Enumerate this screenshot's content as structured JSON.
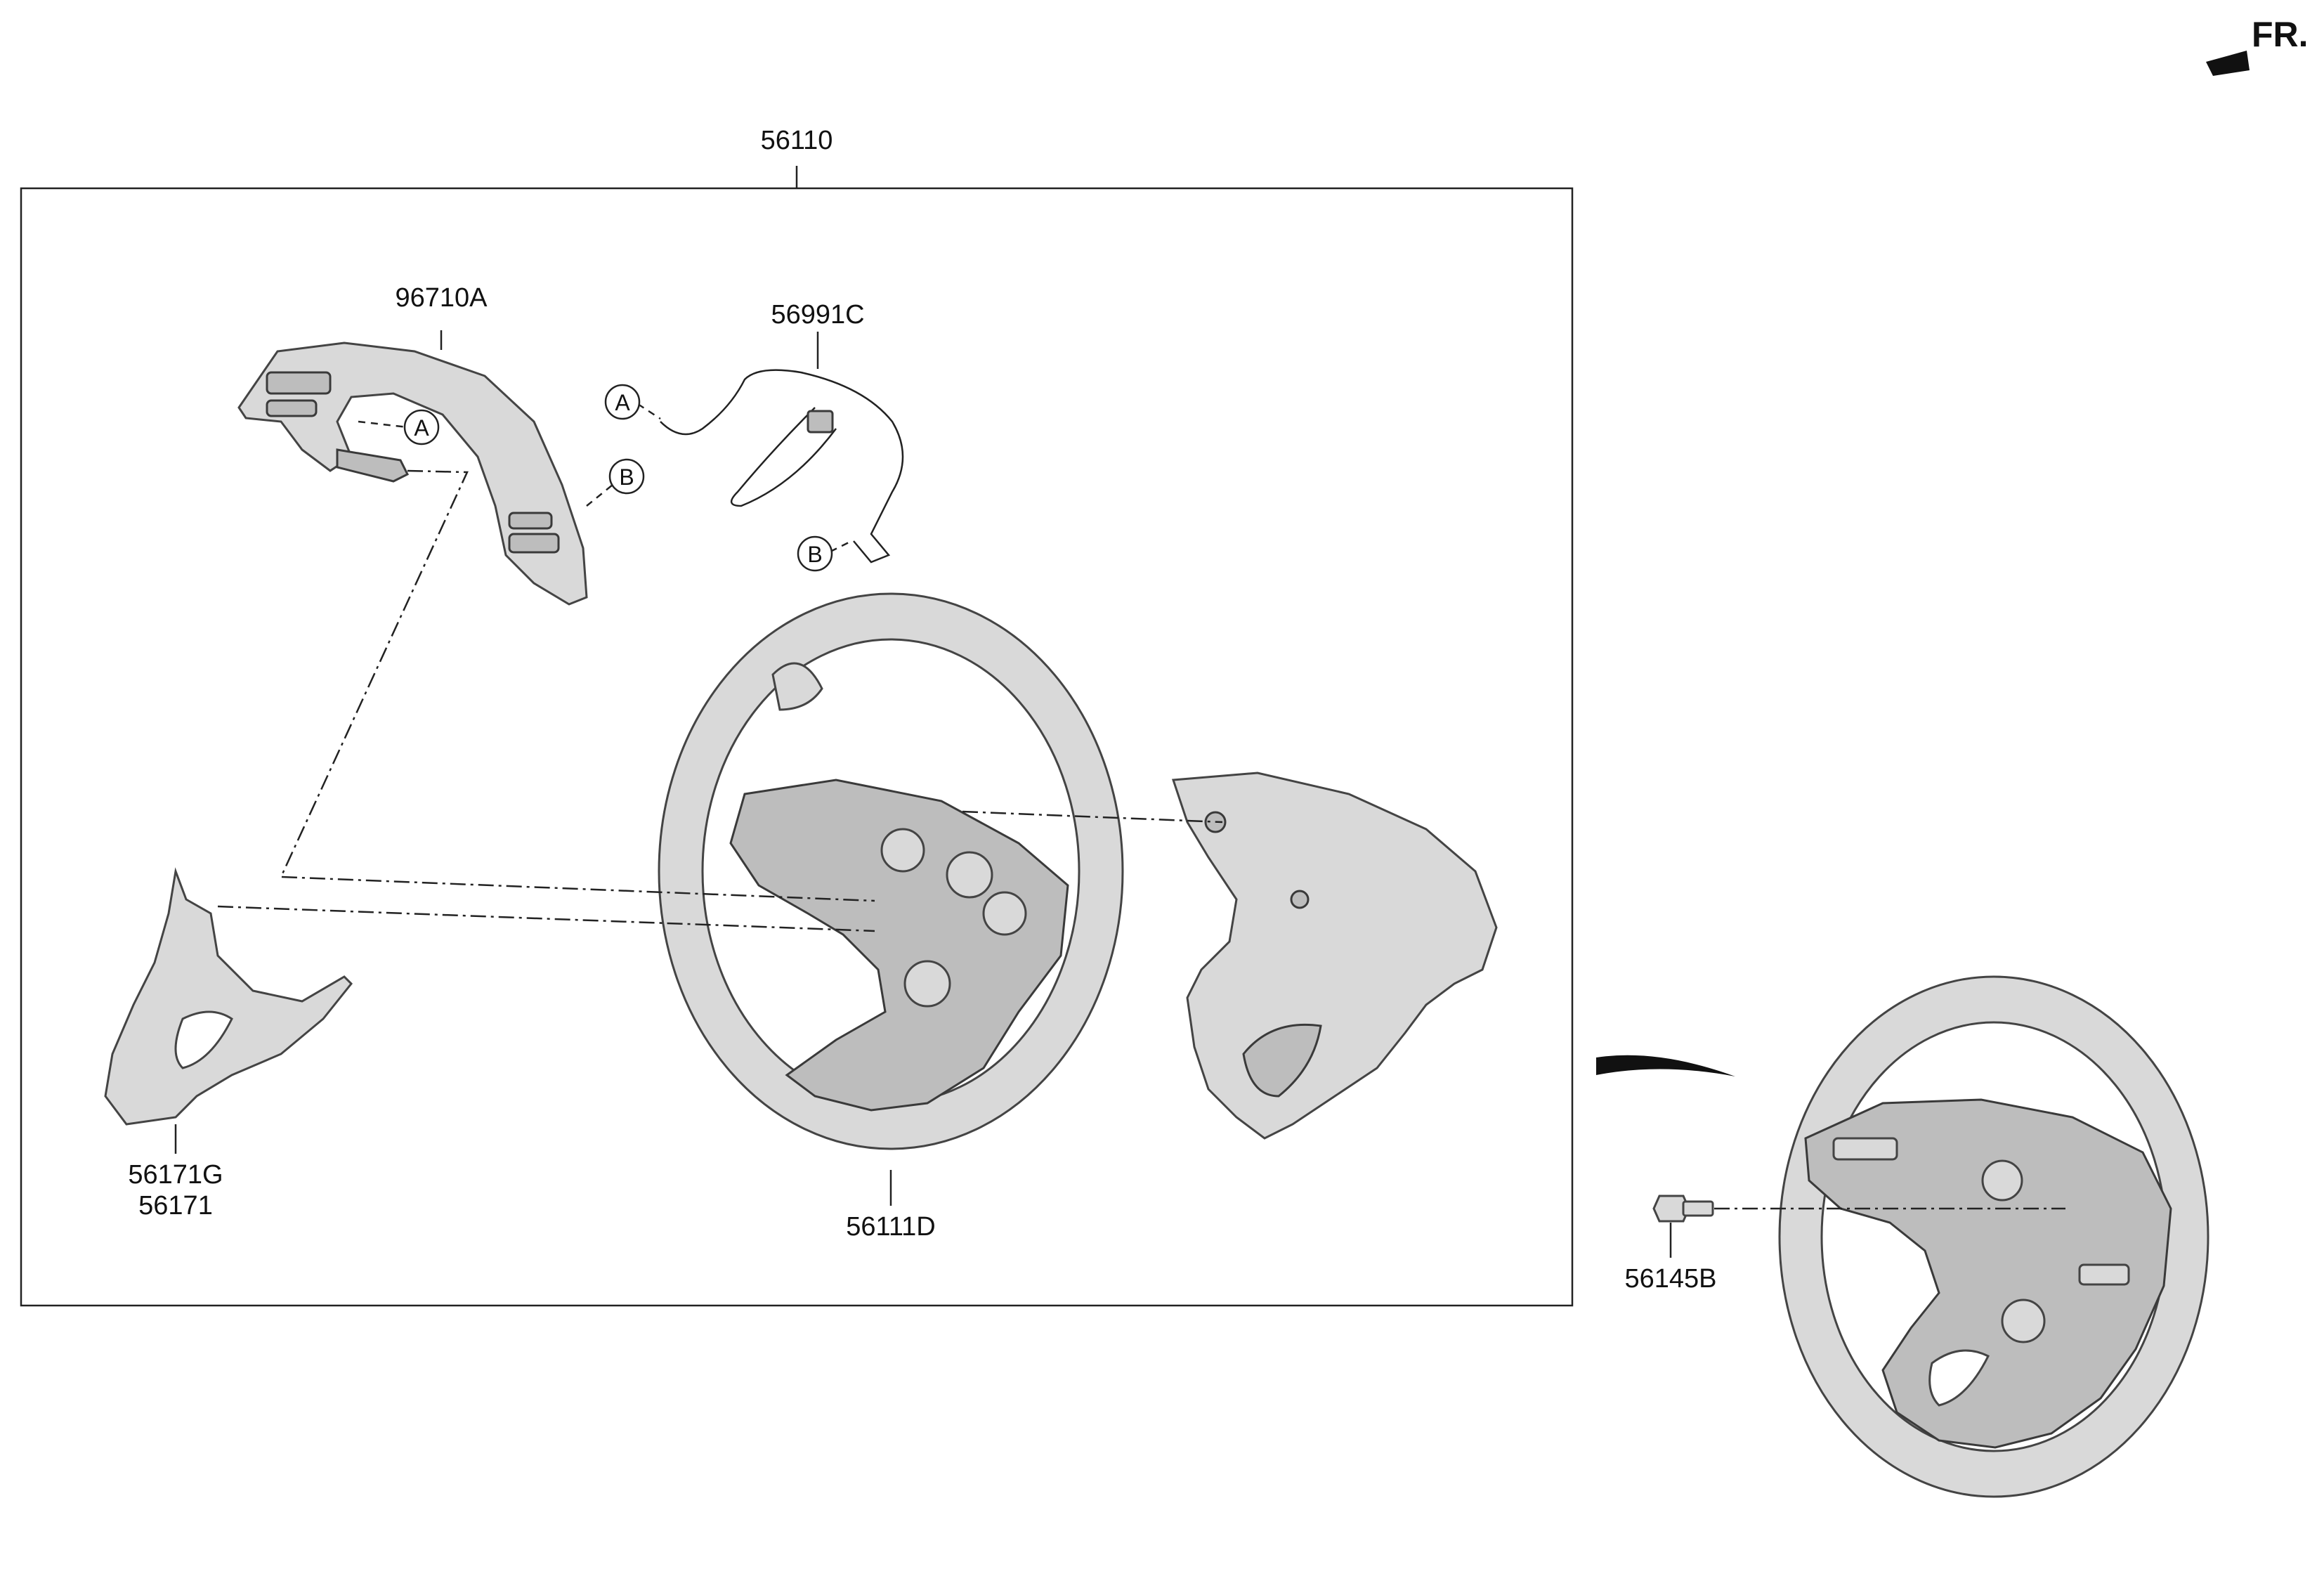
{
  "orientation": {
    "label": "FR.",
    "icon": "front-direction-arrow-icon"
  },
  "assembly": {
    "part_number": "56110"
  },
  "parts": {
    "switch_assembly": "96710A",
    "wiring_harness": "56991C",
    "steering_wheel_body": "56111D",
    "lower_cover_primary": "56171G",
    "lower_cover_alt": "56171",
    "bolt": "56145B"
  },
  "connectors": {
    "a_label": "A",
    "b_label": "B"
  },
  "colors": {
    "part_fill": "#d9d9d9",
    "line": "#222222"
  }
}
